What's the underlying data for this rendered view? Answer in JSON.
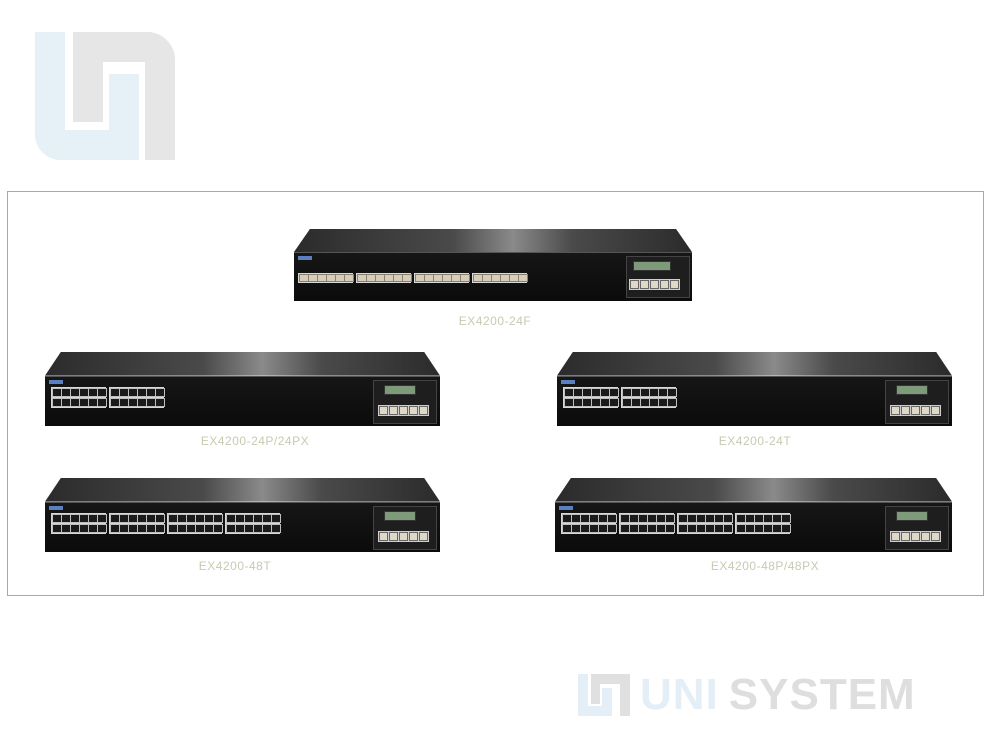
{
  "watermark": {
    "logo_icon": "uni-system-logo-icon",
    "brand_part1": "UNI",
    "brand_part2": "SYSTEM",
    "colors": {
      "blue": "#e3eef6",
      "gray": "#dedede"
    }
  },
  "panel": {
    "border_color": "#a8a8a8",
    "products": [
      {
        "model": "EX4200-24F",
        "type": "sfp-24"
      },
      {
        "model": "EX4200-24P/24PX",
        "type": "rj45-24"
      },
      {
        "model": "EX4200-24T",
        "type": "rj45-24"
      },
      {
        "model": "EX4200-48T",
        "type": "rj45-48"
      },
      {
        "model": "EX4200-48P/48PX",
        "type": "rj45-48"
      }
    ],
    "caption_color": "#c5ccb0"
  }
}
